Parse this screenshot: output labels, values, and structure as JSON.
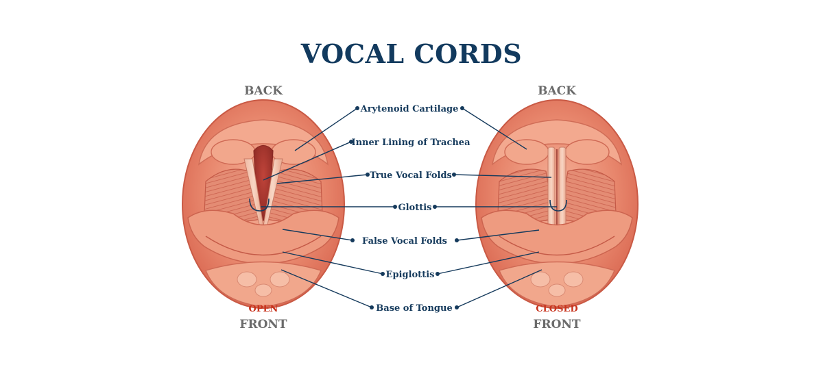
{
  "title": "VOCAL CORDS",
  "left_view": {
    "top_label": "BACK",
    "state_label": "OPEN",
    "bottom_label": "FRONT"
  },
  "right_view": {
    "top_label": "BACK",
    "state_label": "CLOSED",
    "bottom_label": "FRONT"
  },
  "labels": [
    "Arytenoid Cartilage",
    "Inner Lining of Trachea",
    "True Vocal Folds",
    "Glottis",
    "False Vocal Folds",
    "Epiglottis",
    "Base of Tongue"
  ],
  "colors": {
    "title": "#123a5e",
    "label_text": "#153a5c",
    "state_text": "#c8331d",
    "orientation_text": "#6b6b6b",
    "tissue_outer": "#e07a62",
    "tissue_light": "#f2a88e",
    "tissue_dark": "#b8473a",
    "vocal_fold": "#f3c3ad"
  }
}
